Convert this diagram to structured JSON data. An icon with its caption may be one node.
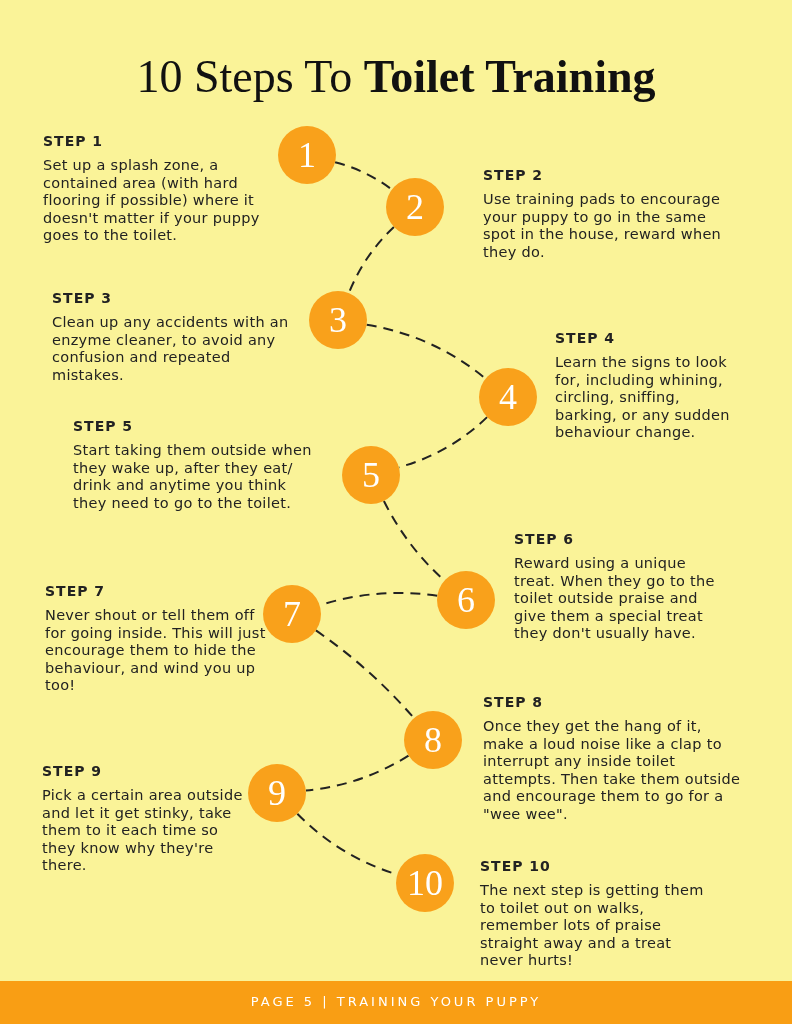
{
  "diagram": {
    "title": "10 Steps To **Toilet Training**",
    "caption": "PAGE 5 | TRAINING YOUR PUPPY",
    "nodes": [
      {
        "text": [
          "1"
        ],
        "beside": [
          "STEP 1",
          "Set up a splash zone, a contained area (with hard flooring if possible) where it doesn't matter if your puppy goes to the toilet."
        ]
      },
      {
        "text": [
          "2"
        ],
        "beside": [
          "STEP 2",
          "Use training pads to encourage your puppy to go in the same spot in the house, reward when they do."
        ]
      },
      {
        "text": [
          "3"
        ],
        "beside": [
          "STEP 3",
          "Clean up any accidents with an enzyme cleaner, to avoid any confusion and repeated mistakes."
        ]
      },
      {
        "text": [
          "4"
        ],
        "beside": [
          "STEP 4",
          "Learn the signs to look for, including whining, circling, sniffing, barking, or any sudden behaviour change."
        ]
      },
      {
        "text": [
          "5"
        ],
        "beside": [
          "STEP 5",
          "Start taking them outside when they wake up, after they eat/ drink and anytime you think they need to go to the toilet."
        ]
      },
      {
        "text": [
          "6"
        ],
        "beside": [
          "STEP 6",
          "Reward using a unique treat. When they go to the toilet outside praise and give them a special treat they don't usually have."
        ]
      },
      {
        "text": [
          "7"
        ],
        "beside": [
          "STEP 7",
          "Never shout or tell them off for going inside. This will just encourage them to hide the behaviour, and wind you up too!"
        ]
      },
      {
        "text": [
          "8"
        ],
        "beside": [
          "STEP 8",
          "Once they get the hang of it, make a loud noise like a clap to interrupt any inside toilet attempts. Then take them outside and encourage them to go for a \"wee wee\"."
        ]
      },
      {
        "text": [
          "9"
        ],
        "beside": [
          "STEP 9",
          "Pick a certain area outside and let it get stinky, take them to it each time so they know why they're there."
        ]
      },
      {
        "text": [
          "10"
        ],
        "beside": [
          "STEP 10",
          "The next step is getting them to toilet out on walks, remember lots of praise straight away and a treat never hurts!"
        ]
      }
    ],
    "edges": [
      {
        "from": 0,
        "to": 1,
        "arrow": "none",
        "style": "dashed"
      },
      {
        "from": 1,
        "to": 2,
        "arrow": "none",
        "style": "dashed"
      },
      {
        "from": 2,
        "to": 3,
        "arrow": "none",
        "style": "dashed"
      },
      {
        "from": 3,
        "to": 4,
        "arrow": "none",
        "style": "dashed"
      },
      {
        "from": 4,
        "to": 5,
        "arrow": "none",
        "style": "dashed"
      },
      {
        "from": 5,
        "to": 6,
        "arrow": "none",
        "style": "dashed"
      },
      {
        "from": 6,
        "to": 7,
        "arrow": "none",
        "style": "dashed"
      },
      {
        "from": 7,
        "to": 8,
        "arrow": "none",
        "style": "dashed"
      },
      {
        "from": 8,
        "to": 9,
        "arrow": "none",
        "style": "dashed"
      }
    ]
  }
}
